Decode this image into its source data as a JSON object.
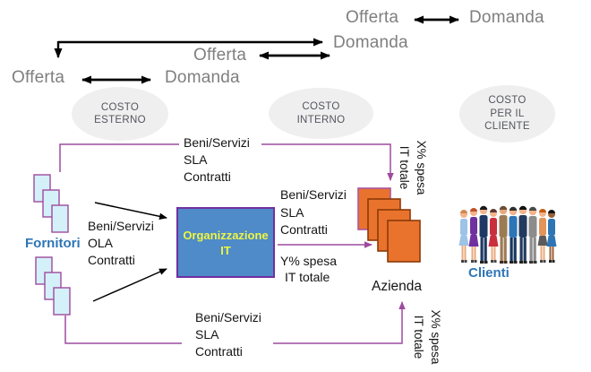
{
  "supply_demand": {
    "left": {
      "offer": "Offerta",
      "demand": "Domanda"
    },
    "middle": {
      "offer": "Offerta",
      "demand": "Domanda"
    },
    "right": {
      "offer": "Offerta",
      "demand": "Domanda"
    }
  },
  "cost_bubbles": {
    "external": [
      "COSTO",
      "ESTERNO"
    ],
    "internal": [
      "COSTO",
      "INTERNO"
    ],
    "client": [
      "COSTO",
      "PER IL",
      "CLIENTE"
    ]
  },
  "entities": {
    "suppliers": "Fornitori",
    "it_org_line1": "Organizzazione",
    "it_org_line2": "IT",
    "company": "Azienda",
    "clients": "Clienti"
  },
  "flows": {
    "supplier_top": [
      "Beni/Servizi",
      "SLA",
      "Contratti"
    ],
    "supplier_direct": [
      "Beni/Servizi",
      "OLA",
      "Contratti"
    ],
    "it_to_company": [
      "Beni/Servizi",
      "SLA",
      "Contratti"
    ],
    "it_spend_internal": [
      "Y% spesa",
      "IT totale"
    ],
    "supplier_bottom": [
      "Beni/Servizi",
      "SLA",
      "Contratti"
    ],
    "company_spend_top": [
      "X% spesa",
      "IT totale"
    ],
    "company_spend_bottom": [
      "X% spesa",
      "IT totale"
    ]
  },
  "colors": {
    "line_purple": "#9e4b9e",
    "box_blue": "#4e8bc8",
    "box_border_purple": "#7030a0",
    "box_text_yellow": "#eff542",
    "company_orange": "#e9732d",
    "supplier_cyan": "#d4f1f9",
    "entity_label_blue": "#2e75b6",
    "cascade_text_gray": "#7f7f7f",
    "bubble_gray": "#efefef",
    "arrow_black": "#000000"
  }
}
